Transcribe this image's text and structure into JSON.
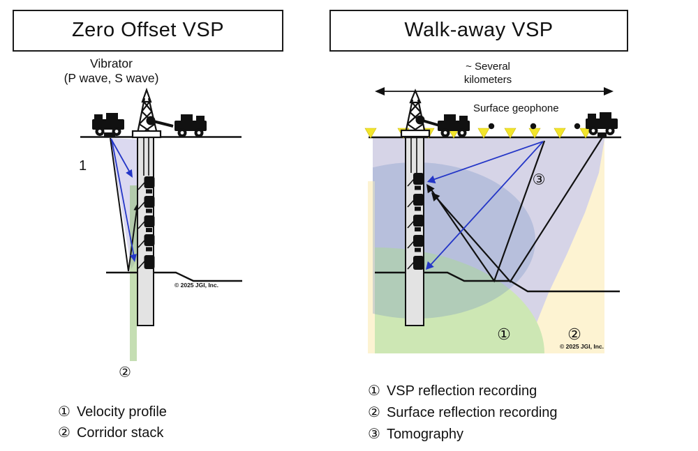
{
  "left_panel": {
    "title": "Zero Offset VSP",
    "source_label": {
      "line1": "Vibrator",
      "line2": "(P wave, S wave)"
    },
    "raypath_label": "1",
    "corridor_stack_marker": "②",
    "copyright": "© 2025 JGI, Inc.",
    "legend": [
      {
        "marker": "①",
        "label": "Velocity profile"
      },
      {
        "marker": "②",
        "label": "Corridor stack"
      }
    ]
  },
  "right_panel": {
    "title": "Walk-away VSP",
    "distance_label": {
      "line1": "~ Several",
      "line2": "kilometers"
    },
    "surface_geophone_label": "Surface geophone",
    "region_markers": {
      "vsp_reflection": "①",
      "surface_reflection": "②",
      "tomography": "③"
    },
    "copyright": "© 2025 JGI, Inc.",
    "legend": [
      {
        "marker": "①",
        "label": "VSP reflection recording"
      },
      {
        "marker": "②",
        "label": "Surface reflection recording"
      },
      {
        "marker": "③",
        "label": "Tomography"
      }
    ]
  },
  "colors": {
    "blue_ray": "#2436c7",
    "lavender_region": "#d6d4e7",
    "green_region": "#cde7b4",
    "yellow_region": "#fdf3d2",
    "blue_overlay": "#6f8fc2",
    "left_cone": "#dbd9f0",
    "left_corridor_strip": "#8cbd68",
    "geophone_triangle": "#f2e52c",
    "borehole_fill": "#e3e3e3"
  }
}
